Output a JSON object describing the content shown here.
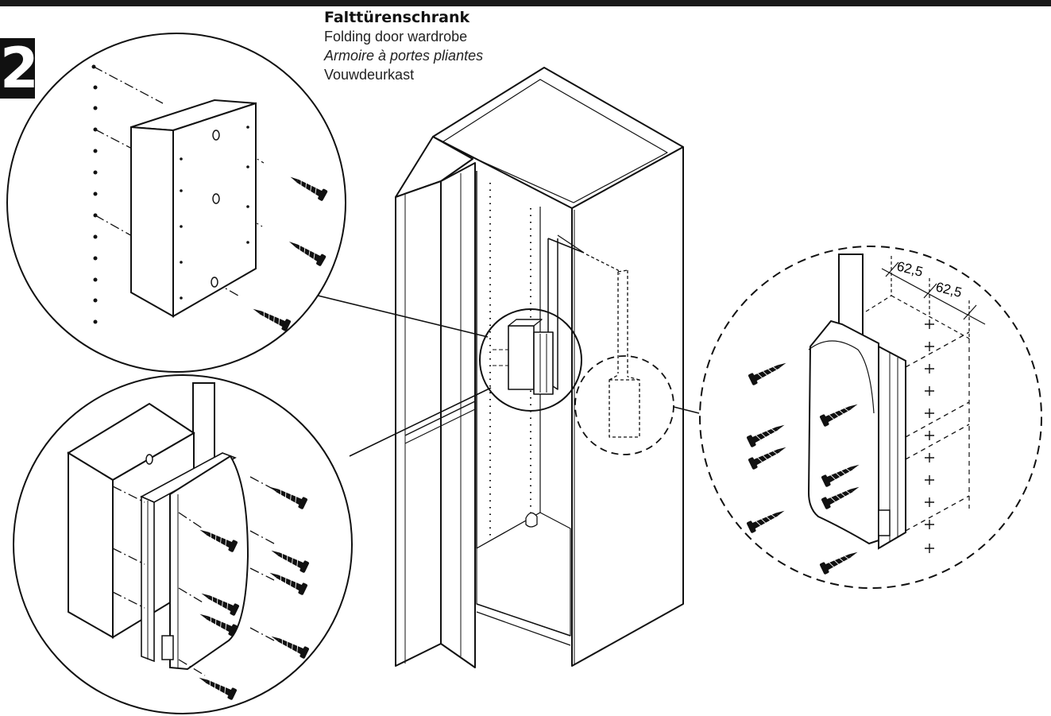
{
  "step": {
    "number": "2"
  },
  "titles": {
    "de": "Falttürenschrank",
    "en": "Folding door wardrobe",
    "fr": "Armoire à portes pliantes",
    "nl": "Vouwdeurkast"
  },
  "dimensions": {
    "spacing_1": "62,5",
    "spacing_2": "62,5"
  },
  "colors": {
    "ink": "#111111",
    "background": "#ffffff",
    "badge": "#111111"
  }
}
